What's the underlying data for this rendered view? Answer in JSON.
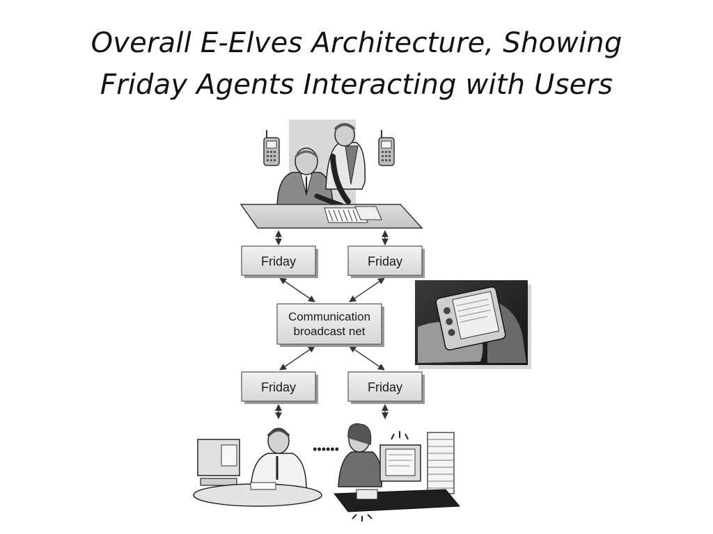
{
  "slide": {
    "title_line1": "Overall E-Elves Architecture, Showing",
    "title_line2": "Friday Agents Interacting with Users"
  },
  "diagram": {
    "agent_top_left": "Friday",
    "agent_top_right": "Friday",
    "hub_line1": "Communication",
    "hub_line2": "broadcast net",
    "agent_bottom_left": "Friday",
    "agent_bottom_right": "Friday",
    "ellipsis": "••••••"
  },
  "colors": {
    "box_fill": "#e6e6e6",
    "box_stroke": "#555555",
    "arrow": "#333333",
    "photo_bg": "#2a2a2a"
  }
}
